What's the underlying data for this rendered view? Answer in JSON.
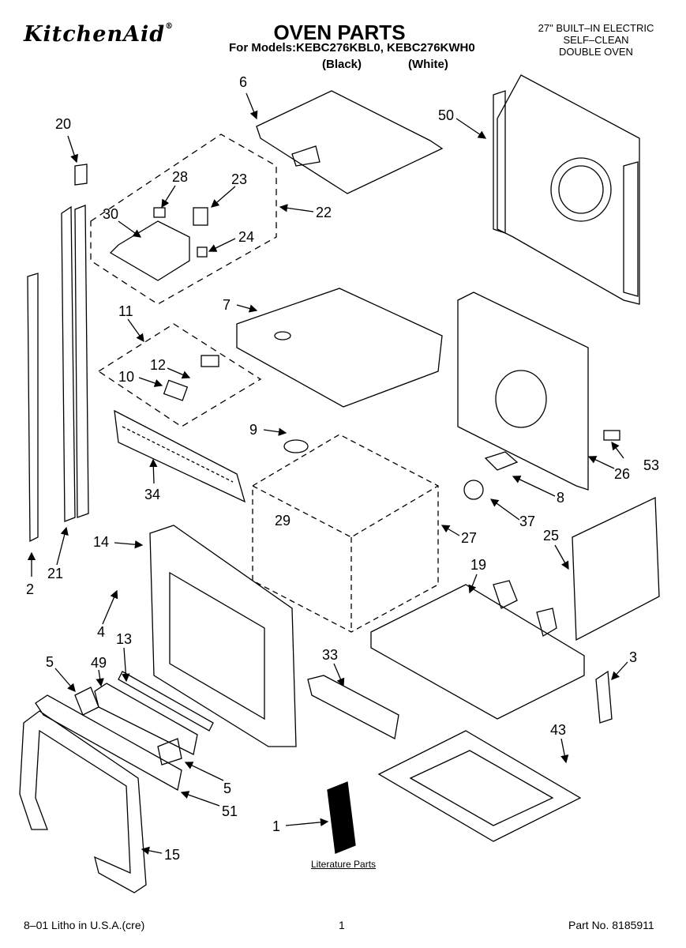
{
  "header": {
    "brand": "KitchenAid",
    "brand_mark": "®",
    "title": "OVEN PARTS",
    "models": "For Models:KEBC276KBL0, KEBC276KWH0",
    "variant_black": "(Black)",
    "variant_white": "(White)",
    "description_lines": [
      "27\" BUILT–IN ELECTRIC",
      "SELF–CLEAN",
      "DOUBLE OVEN"
    ]
  },
  "diagram": {
    "part_labels": [
      "6",
      "50",
      "20",
      "28",
      "23",
      "30",
      "22",
      "24",
      "7",
      "11",
      "12",
      "10",
      "9",
      "34",
      "29",
      "53",
      "26",
      "8",
      "37",
      "27",
      "25",
      "14",
      "2",
      "21",
      "4",
      "19",
      "13",
      "5",
      "49",
      "33",
      "3",
      "43",
      "5",
      "51",
      "1",
      "15"
    ],
    "literature_label": "Literature Parts"
  },
  "footer": {
    "left": "8–01 Litho in U.S.A.(cre)",
    "page": "1",
    "part_no": "Part No. 8185911"
  }
}
